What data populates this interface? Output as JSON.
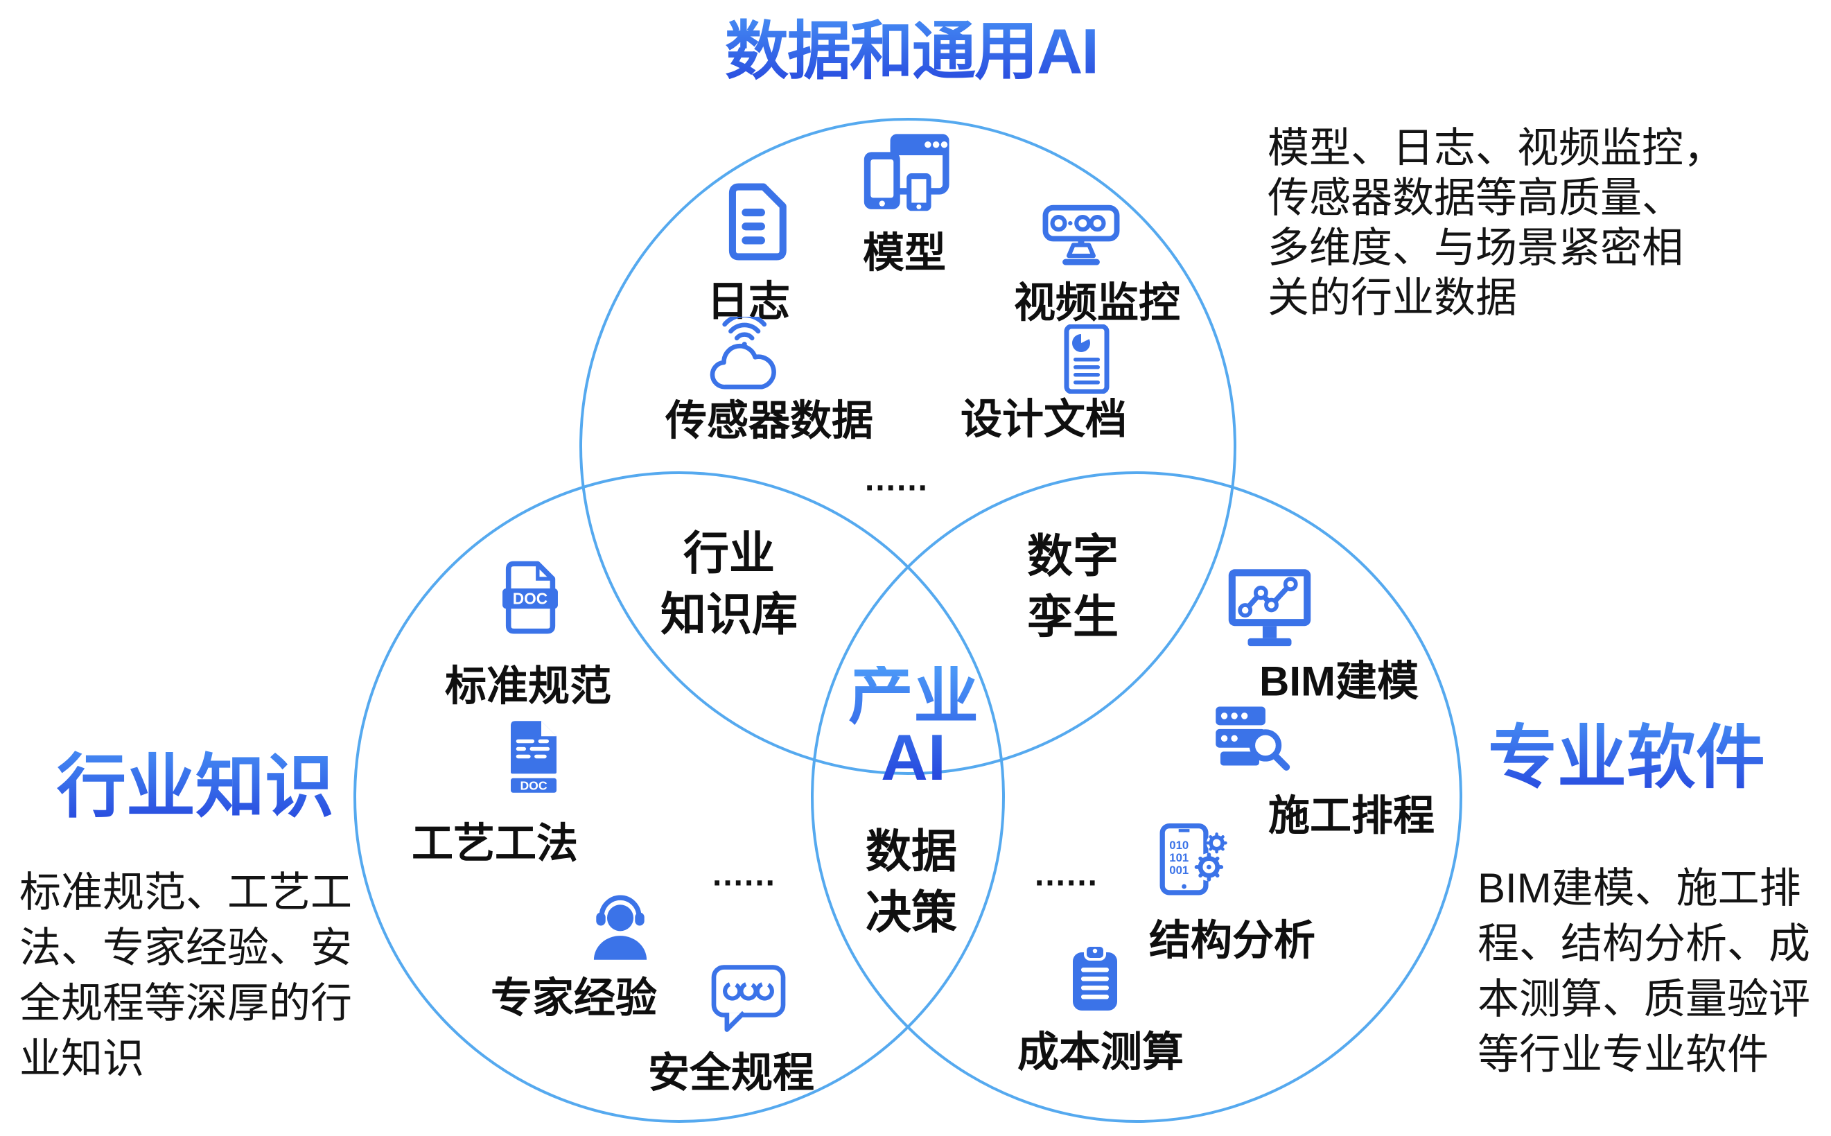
{
  "titles": {
    "top": "数据和通用AI",
    "left": "行业知识",
    "right": "专业软件"
  },
  "center": {
    "line1": "产业",
    "line2": "AI"
  },
  "intersections": {
    "knowledge_base": {
      "line1": "行业",
      "line2": "知识库"
    },
    "digital_twin": {
      "line1": "数字",
      "line2": "孪生"
    },
    "data_decision": {
      "line1": "数据",
      "line2": "决策"
    }
  },
  "paragraphs": {
    "top_right": {
      "lines": [
        "模型、日志、视频监控，",
        "传感器数据等高质量、",
        "多维度、与场景紧密相",
        "关的行业数据"
      ]
    },
    "left": {
      "lines": [
        "标准规范、工艺工",
        "法、专家经验、安",
        "全规程等深厚的行",
        "业知识"
      ]
    },
    "right": {
      "lines": [
        "BIM建模、施工排",
        "程、结构分析、成",
        "本测算、质量验评",
        "等行业专业软件"
      ]
    }
  },
  "items": {
    "log": {
      "label": "日志",
      "icon": "document-lines-icon"
    },
    "model": {
      "label": "模型",
      "icon": "devices-icon"
    },
    "video": {
      "label": "视频监控",
      "icon": "surveillance-camera-icon"
    },
    "sensor": {
      "label": "传感器数据",
      "icon": "cloud-wifi-icon"
    },
    "design": {
      "label": "设计文档",
      "icon": "chart-document-icon"
    },
    "standard": {
      "label": "标准规范",
      "icon": "doc-file-outline-icon"
    },
    "craft": {
      "label": "工艺工法",
      "icon": "doc-file-filled-icon"
    },
    "expert": {
      "label": "专家经验",
      "icon": "person-headset-icon"
    },
    "safety": {
      "label": "安全规程",
      "icon": "chat-bubble-icon"
    },
    "bim": {
      "label": "BIM建模",
      "icon": "monitor-chart-icon"
    },
    "schedule": {
      "label": "施工排程",
      "icon": "server-search-icon"
    },
    "structure": {
      "label": "结构分析",
      "icon": "tablet-gears-icon"
    },
    "cost": {
      "label": "成本测算",
      "icon": "clipboard-icon"
    }
  },
  "ellipsis": "……",
  "colors": {
    "icon_blue": "#3b73e8",
    "circle_stroke": "#55a9ef",
    "title_gradient_start": "#4c9af8",
    "title_gradient_end": "#2443dc",
    "text_black": "#111111"
  }
}
